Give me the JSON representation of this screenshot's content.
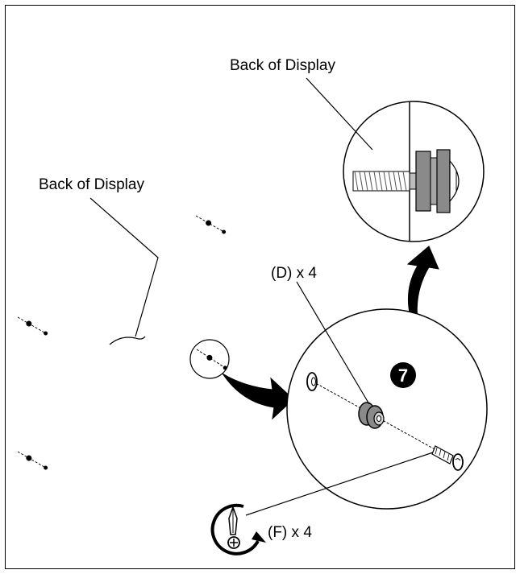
{
  "labels": {
    "back_of_display_top": "Back of Display",
    "back_of_display_left": "Back of Display",
    "spacer_part": "(D) x 4",
    "screw_part": "(F) x 4"
  },
  "step": {
    "number": "7"
  },
  "colors": {
    "ink": "#000000",
    "spacer_gray": "#8a8a8a",
    "thread_gray": "#bdbdbd"
  }
}
